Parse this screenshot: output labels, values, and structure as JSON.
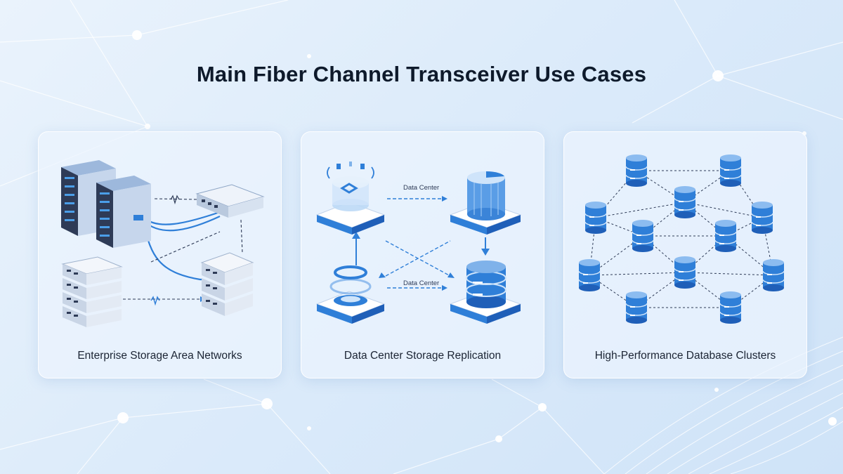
{
  "title": "Main Fiber Channel Transceiver Use Cases",
  "cards": [
    {
      "label": "Enterprise Storage Area Networks"
    },
    {
      "label": "Data Center Storage Replication",
      "link_label_top": "Data Center",
      "link_label_bottom": "Data Center"
    },
    {
      "label": "High-Performance Database Clusters"
    }
  ],
  "colors": {
    "accent": "#2f7fd8",
    "accent_dark": "#1f5fb8",
    "server_dark": "#2e3b57",
    "text": "#0e1a2b"
  }
}
